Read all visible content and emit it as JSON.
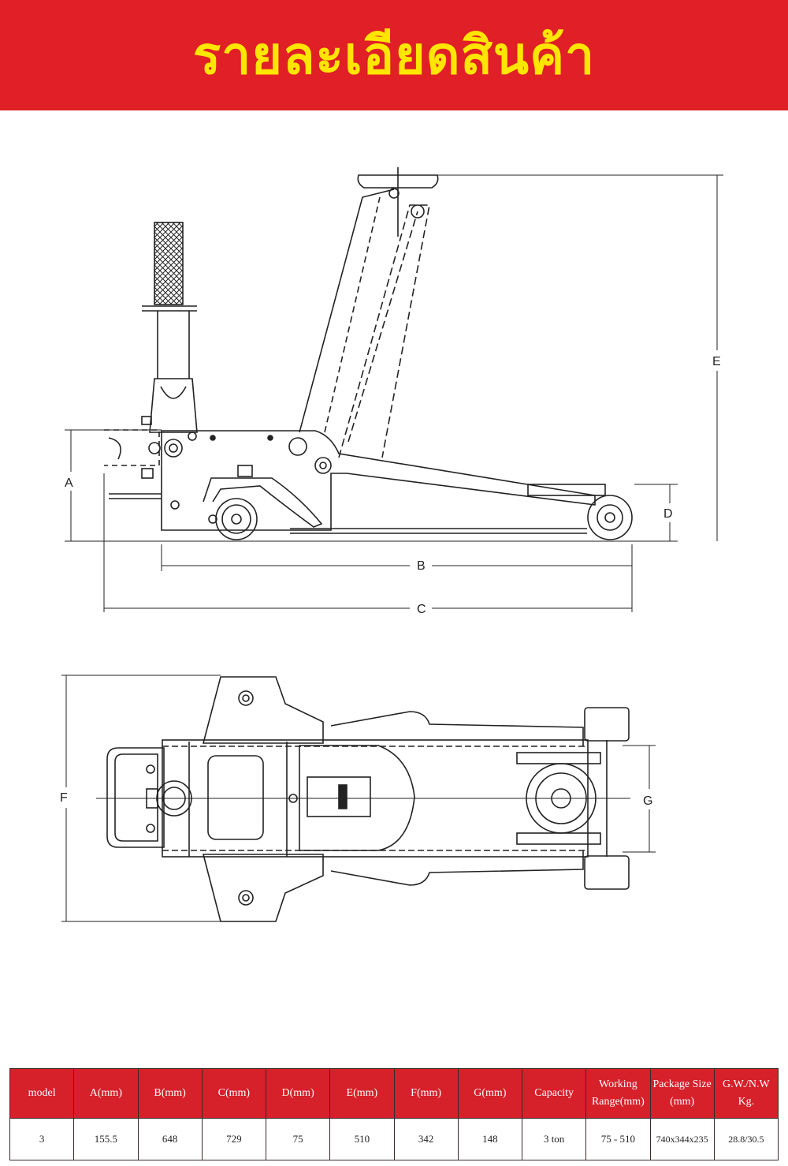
{
  "header": {
    "title": "รายละเอียดสินค้า"
  },
  "diagram": {
    "dimension_labels": [
      "A",
      "B",
      "C",
      "D",
      "E",
      "F",
      "G"
    ]
  },
  "spec_table": {
    "headers": [
      "model",
      "A(mm)",
      "B(mm)",
      "C(mm)",
      "D(mm)",
      "E(mm)",
      "F(mm)",
      "G(mm)",
      "Capacity",
      "Working Range(mm)",
      "Package Size (mm)",
      "G.W./N.W Kg."
    ],
    "row": [
      "3",
      "155.5",
      "648",
      "729",
      "75",
      "510",
      "342",
      "148",
      "3 ton",
      "75 - 510",
      "740x344x235",
      "28.8/30.5"
    ]
  },
  "colors": {
    "header_bg": "#e01f26",
    "title": "#ffe600",
    "table_header": "#d6202a"
  }
}
